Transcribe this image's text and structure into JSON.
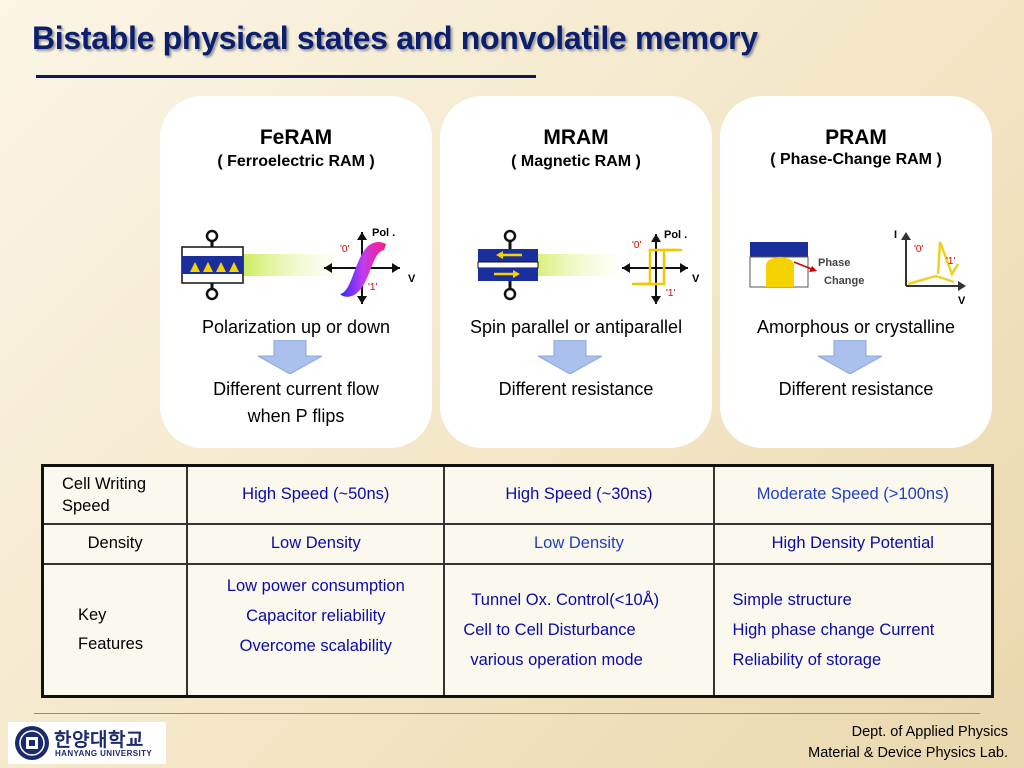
{
  "slide": {
    "title": "Bistable physical states and nonvolatile memory"
  },
  "cards": [
    {
      "name": "FeRAM",
      "full": "( Ferroelectric RAM )",
      "diagram_labels": [
        "Pol .",
        "'0'",
        "'1'",
        "V"
      ],
      "state": "Polarization up or down",
      "result_line1": "Different current flow",
      "result_line2": "when P flips"
    },
    {
      "name": "MRAM",
      "full": "( Magnetic RAM )",
      "diagram_labels": [
        "Pol .",
        "'0'",
        "'1'",
        "V"
      ],
      "state": "Spin parallel or antiparallel",
      "result_line1": "Different resistance",
      "result_line2": ""
    },
    {
      "name": "PRAM",
      "full": "( Phase-Change RAM )",
      "diagram_labels": [
        "Phase",
        "Change",
        "I",
        "'0'",
        "'1'",
        "V"
      ],
      "state": "Amorphous or crystalline",
      "result_line1": "Different resistance",
      "result_line2": ""
    }
  ],
  "table": {
    "rows": [
      {
        "label": "Cell  Writing Speed",
        "cells": [
          "High Speed (~50ns)",
          "High Speed  (~30ns)",
          "Moderate Speed (>100ns)"
        ]
      },
      {
        "label": "Density",
        "cells": [
          "Low Density",
          "Low Density",
          "High Density Potential"
        ]
      },
      {
        "label_line1": "Key",
        "label_line2": "Features",
        "feram": [
          "Low power consumption",
          "Capacitor reliability",
          "Overcome scalability"
        ],
        "mram": [
          "Tunnel Ox. Control(<10Å)",
          "Cell to Cell Disturbance",
          "various operation mode"
        ],
        "pram": [
          "Simple structure",
          "High phase change Current",
          "Reliability of storage"
        ]
      }
    ]
  },
  "footer": {
    "logo_korean": "한양대학교",
    "logo_english": "HANYANG UNIVERSITY",
    "dept_line1": "Dept. of Applied Physics",
    "dept_line2": "Material & Device Physics Lab."
  },
  "colors": {
    "title": "#0b1f6e",
    "table_text": "#0a0aa8",
    "arrow_fill": "#a9c0ec",
    "glow": "#d8f28a"
  }
}
